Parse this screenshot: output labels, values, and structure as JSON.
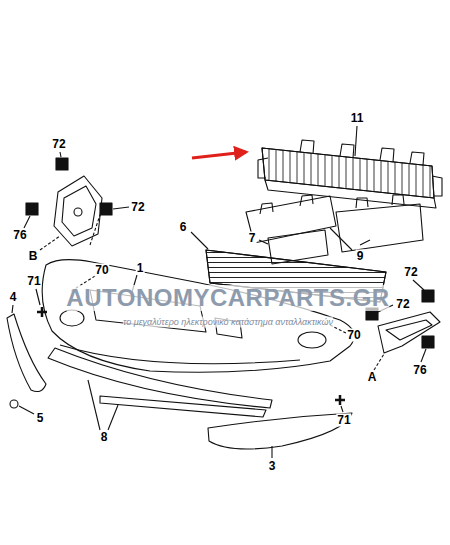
{
  "diagram": {
    "labels": [
      "11",
      "72",
      "72",
      "76",
      "6",
      "7",
      "9",
      "B",
      "70",
      "1",
      "71",
      "4",
      "72",
      "72",
      "AUTONOMYCARPARTS.GR",
      "το μεγαλύτερο ηλεκτρονικό κατάστημα ανταλλακτικών",
      "70",
      "76",
      "A",
      "71",
      "5",
      "8",
      "3"
    ]
  }
}
